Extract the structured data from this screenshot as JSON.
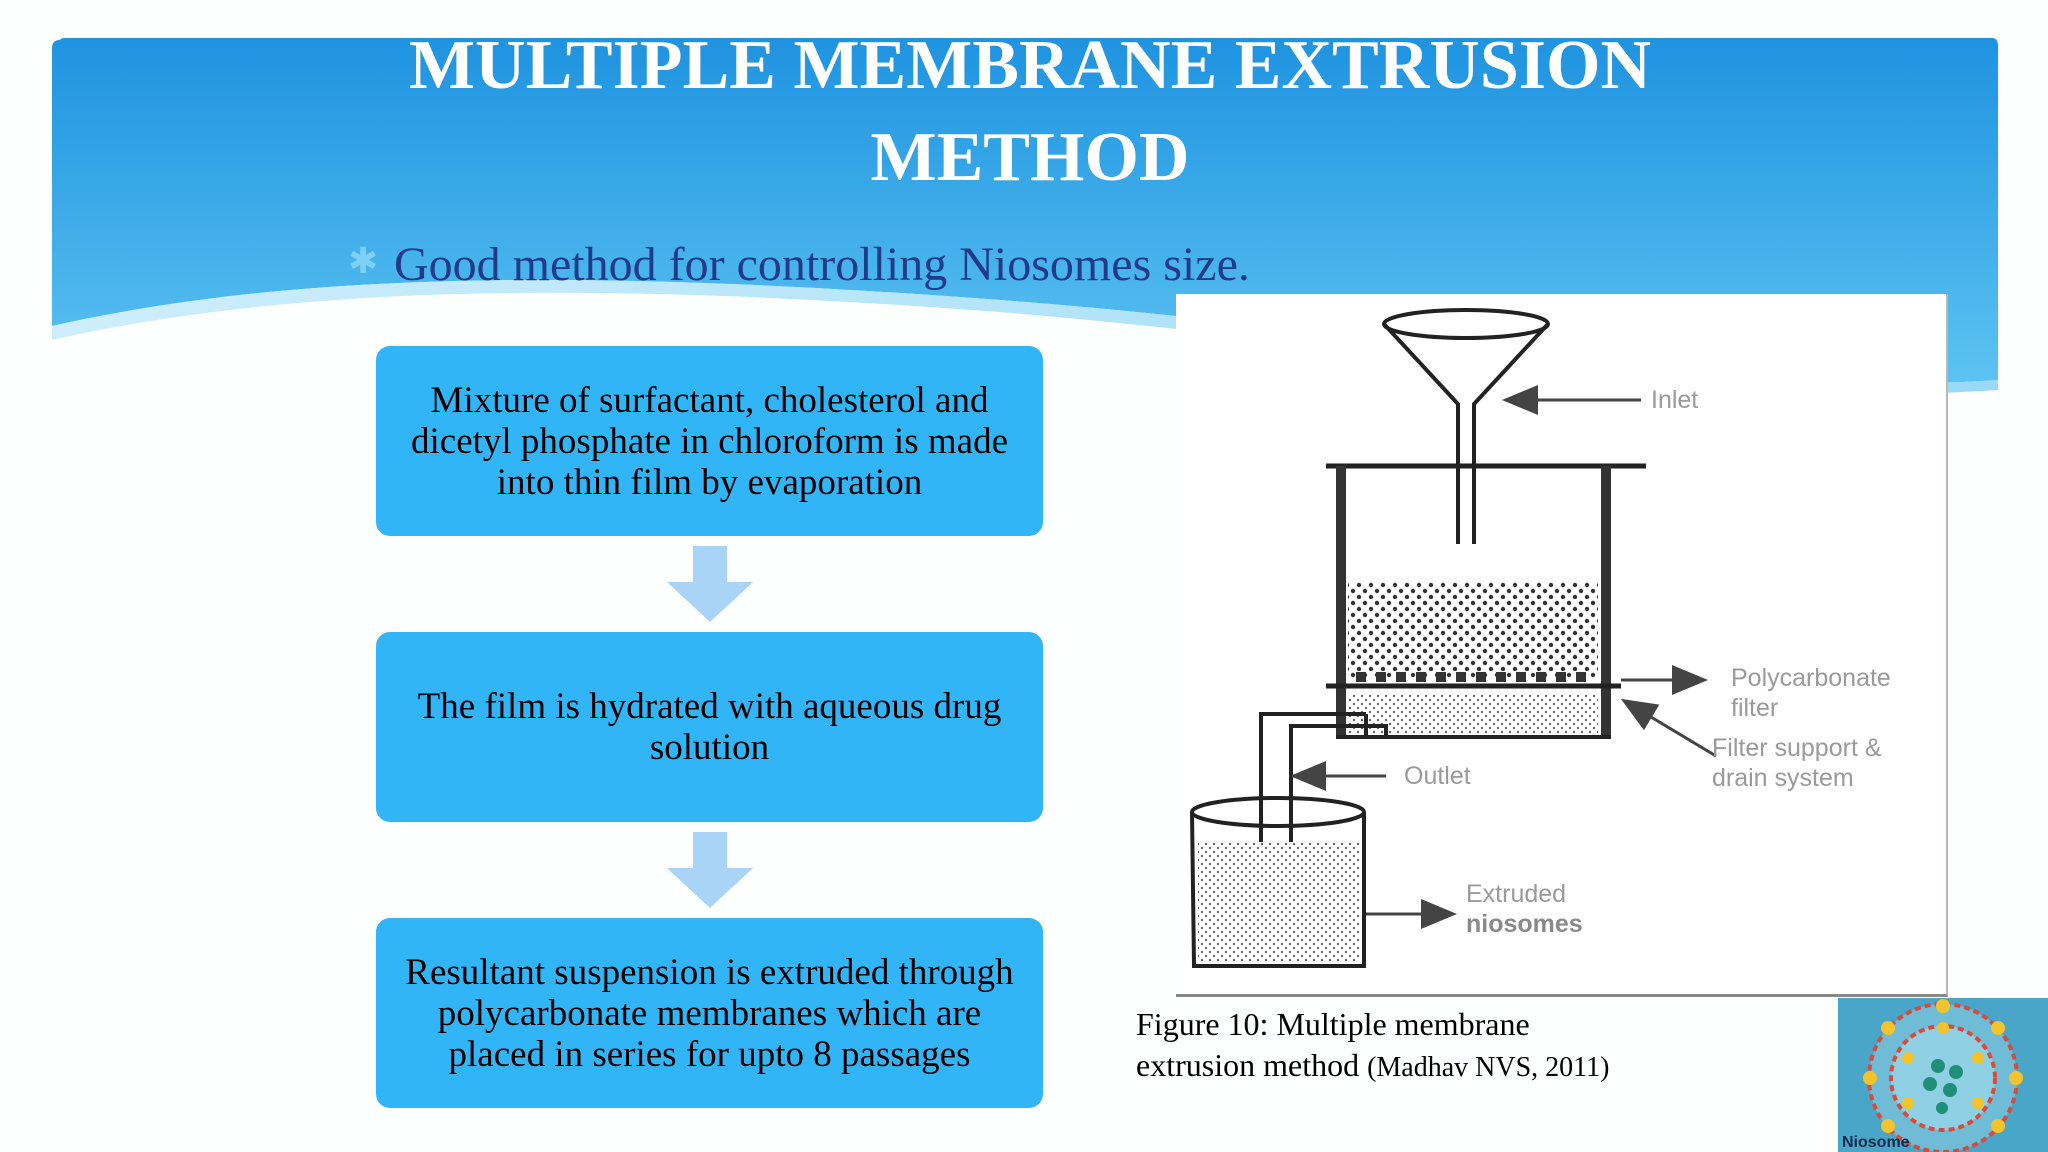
{
  "title": {
    "line1": "MULTIPLE MEMBRANE EXTRUSION",
    "line2": "METHOD"
  },
  "bullet": {
    "icon": "asterisk-bullet-icon",
    "text": "Good method for controlling Niosomes size."
  },
  "flow": {
    "steps": [
      "Mixture of surfactant, cholesterol and dicetyl phosphate in chloroform is made into thin film by evaporation",
      "The film is hydrated with aqueous drug solution",
      "Resultant suspension is extruded through polycarbonate membranes which are placed in series for upto 8 passages"
    ],
    "arrow_icon": "down-arrow-icon",
    "box_color": "#31b5f7",
    "arrow_color": "#a9d4f7"
  },
  "figure": {
    "labels": {
      "inlet": "Inlet",
      "filter_line1": "Polycarbonate",
      "filter_line2": "filter",
      "support_line1": "Filter support &",
      "support_line2": "drain system",
      "outlet": "Outlet",
      "extruded_line1": "Extruded",
      "extruded_line2": "niosomes"
    },
    "caption_line1": "Figure 10: Multiple membrane",
    "caption_line2": "extrusion method",
    "caption_cite": "(Madhav NVS, 2011)"
  },
  "logo": {
    "text": "Niosome",
    "icon": "niosome-logo-icon"
  },
  "colors": {
    "header_blue": "#2a9ee6",
    "bullet_text": "#1f3b8a"
  }
}
